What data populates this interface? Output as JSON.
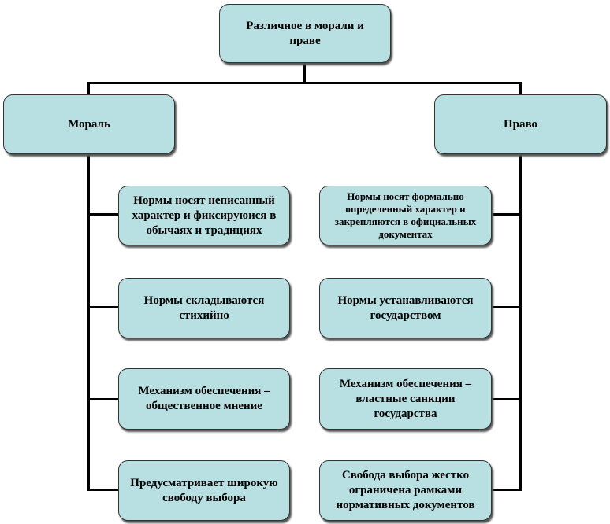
{
  "root": "Различное в морали и праве",
  "morality": {
    "title": "Мораль",
    "items": [
      "Нормы носят неписанный характер и фиксируюися в обычаях и традициях",
      "Нормы складываются стихийно",
      "Механизм обеспечения – общественное мнение",
      "Предусматривает широкую свободу выбора"
    ]
  },
  "law": {
    "title": "Право",
    "items": [
      "Нормы носят формально определенный характер и закрепляются в официальных документах",
      "Нормы устанавливаются государством",
      "Механизм обеспечения – властные санкции государства",
      "Свобода выбора жестко ограничена рамками нормативных документов"
    ]
  },
  "colors": {
    "box_fill": "#b8dfe1",
    "line": "#000000"
  }
}
